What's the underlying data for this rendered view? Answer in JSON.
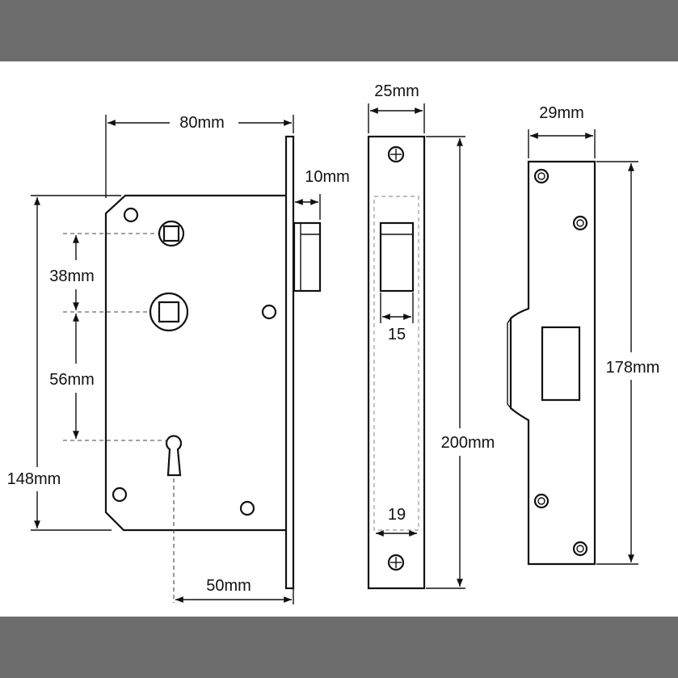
{
  "colors": {
    "band": "#6d6d6d",
    "background": "#ffffff",
    "line": "#111111"
  },
  "lock_body": {
    "width_label": "80mm",
    "forend_label": "10mm",
    "height_label": "148mm",
    "follower_to_spindle_label": "38mm",
    "spindle_to_keyhole_label": "56mm",
    "backset_label": "50mm"
  },
  "forend": {
    "width_label": "25mm",
    "height_label": "200mm",
    "bolt_width_label": "15",
    "inner_width_label": "19"
  },
  "strike_plate": {
    "width_label": "29mm",
    "height_label": "178mm"
  }
}
